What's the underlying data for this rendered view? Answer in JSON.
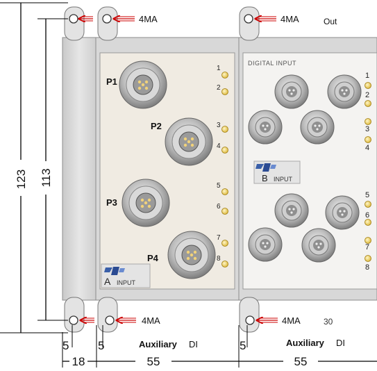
{
  "header": {
    "out_label": "Out"
  },
  "mount_label": "4MA",
  "dimensions": {
    "overall_height": "123",
    "hole_pitch": "113",
    "width_bracket": "18",
    "width_module_a": "55",
    "width_module_b": "55",
    "slot_offset_1": "5",
    "slot_offset_2": "5",
    "slot_offset_3": "5"
  },
  "module_a": {
    "ports": [
      "P1",
      "P2",
      "P3",
      "P4"
    ],
    "leds": [
      "1",
      "2",
      "3",
      "4",
      "5",
      "6",
      "7",
      "8"
    ],
    "badge_letter": "A",
    "badge_text": "INPUT",
    "caption_bold": "Auxiliary",
    "caption_normal": "DI"
  },
  "module_b": {
    "header": "DIGITAL INPUT",
    "leds": [
      "1",
      "2",
      "3",
      "4",
      "5",
      "6",
      "7",
      "8"
    ],
    "badge_letter": "B",
    "badge_text": "INPUT",
    "caption_bold": "Auxiliary",
    "caption_normal": "DI"
  },
  "page_number": "30",
  "colors": {
    "panel_face": "#f0ebe2",
    "frame_gray": "#dcdcdc",
    "arrow_red": "#cc0000",
    "led_yellow": "#e8c94a"
  },
  "icons": {
    "mount_hole": "mount-hole-icon",
    "arrow": "red-arrow-icon",
    "connector": "round-connector-icon",
    "led": "led-icon",
    "logo": "u-logo-icon"
  }
}
